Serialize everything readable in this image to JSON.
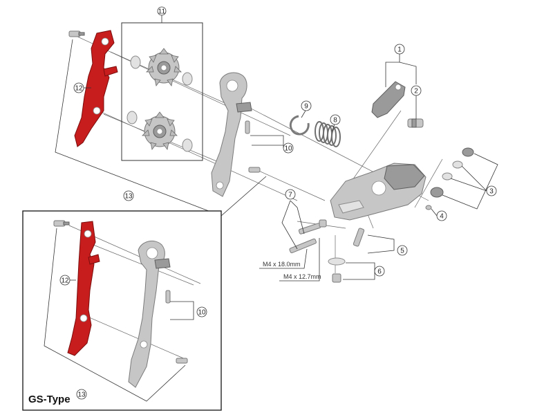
{
  "labels": {
    "n1": "1",
    "n2": "2",
    "n3": "3",
    "n4": "4",
    "n5": "5",
    "n6": "6",
    "n7": "7",
    "n8": "8",
    "n9": "9",
    "n10": "10",
    "n10b": "10",
    "n11": "11",
    "n12": "12",
    "n12b": "12",
    "n13": "13",
    "n13b": "13"
  },
  "bolt_specs": {
    "long": "M4 x 18.0mm",
    "short": "M4 x 12.7mm"
  },
  "inset": {
    "title": "GS-Type"
  },
  "colors": {
    "highlight": "#c81d1d",
    "metal": "#c6c6c6",
    "line": "#333333"
  }
}
